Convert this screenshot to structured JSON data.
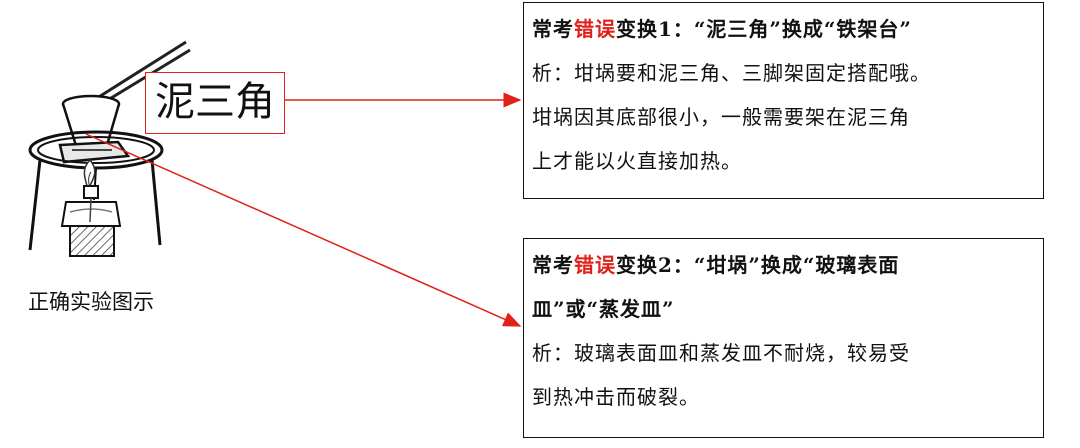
{
  "figure": {
    "label": "泥三角",
    "caption": "正确实验图示"
  },
  "note1": {
    "title_prefix": "常考",
    "title_highlight": "错误",
    "title_suffix": "变换1：“泥三角”换成“铁架台”",
    "lines": [
      "析：坩埚要和泥三角、三脚架固定搭配哦。",
      "坩埚因其底部很小，一般需要架在泥三角",
      "上才能以火直接加热。"
    ]
  },
  "note2": {
    "title_prefix": "常考",
    "title_highlight": "错误",
    "title_suffix": "变换2：“坩埚”换成“玻璃表面",
    "title_cont": "皿”或“蒸发皿”",
    "lines": [
      "析：玻璃表面皿和蒸发皿不耐烧，较易受",
      "到热冲击而破裂。"
    ]
  },
  "colors": {
    "highlight": "#e0201a",
    "arrow": "#e0201a",
    "border": "#111111"
  }
}
